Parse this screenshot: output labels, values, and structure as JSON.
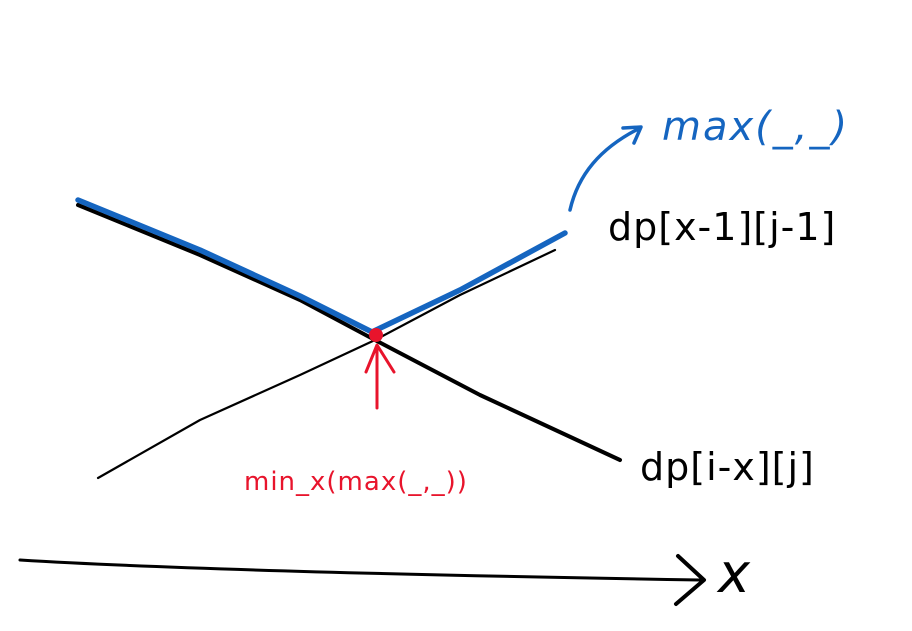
{
  "colors": {
    "ink": "#000000",
    "blue": "#1565c0",
    "red": "#e8142c",
    "background": "#ffffff"
  },
  "labels": {
    "max_label": "max(_,_)",
    "dp_upper": "dp[x-1][j-1]",
    "dp_lower": "dp[i-x][j]",
    "min_label": "min_x(max(_,_))",
    "x_axis": "x"
  }
}
